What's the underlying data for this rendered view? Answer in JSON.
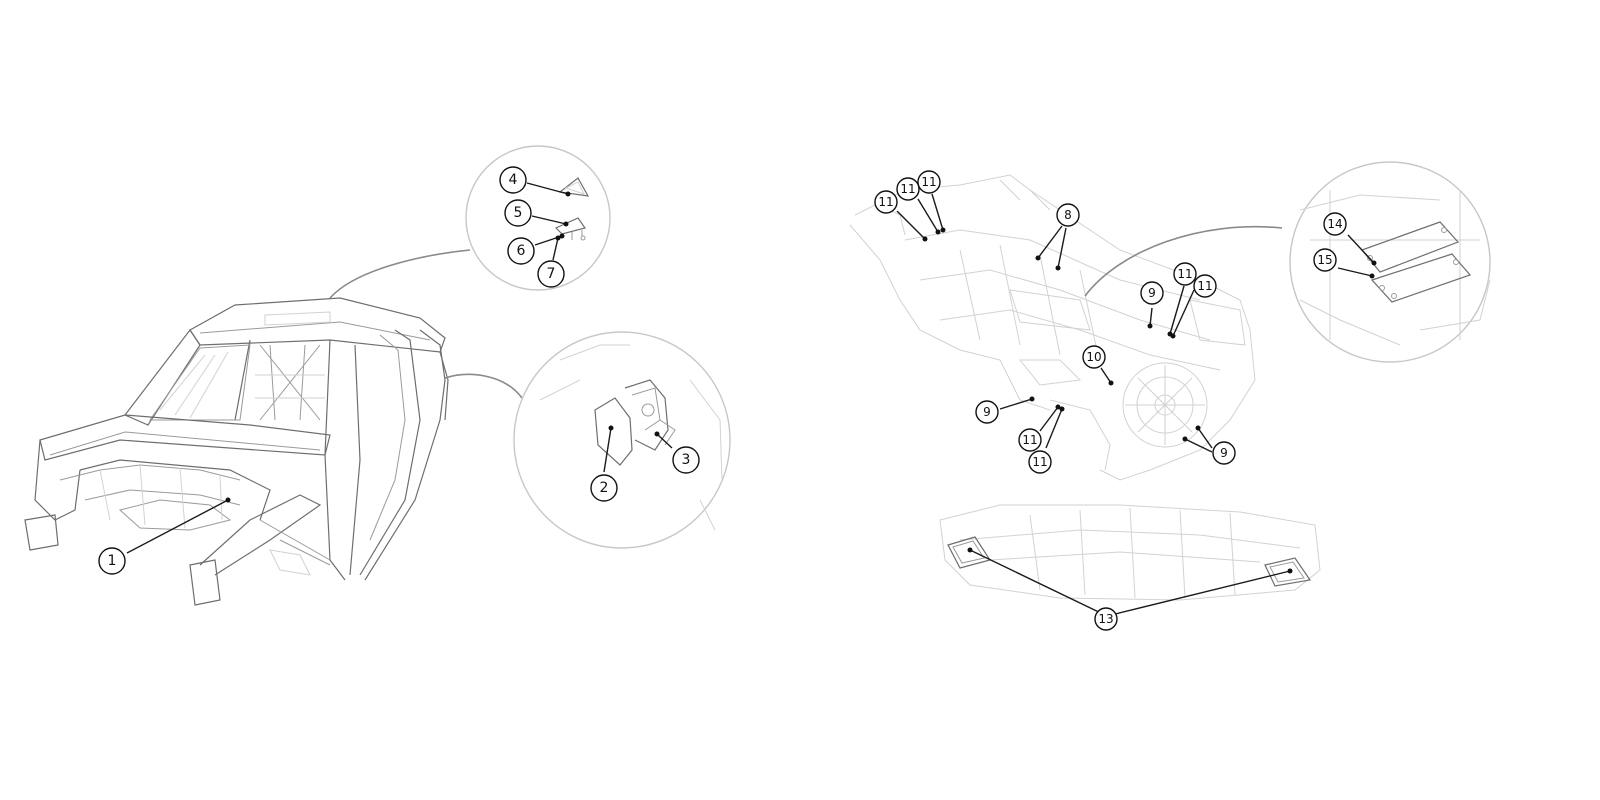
{
  "callouts": {
    "c1": "1",
    "c2": "2",
    "c3": "3",
    "c4": "4",
    "c5": "5",
    "c6": "6",
    "c7": "7",
    "c8": "8",
    "c9": "9",
    "c10": "10",
    "c11": "11",
    "c13": "13",
    "c14": "14",
    "c15": "15"
  },
  "colors": {
    "line_art": "#9a9a9a",
    "callout": "#111111",
    "inset_ring": "#c7c7c7"
  },
  "views": [
    {
      "name": "body-in-white-front-view",
      "icon": "car-body-icon"
    },
    {
      "name": "underbody-floor-view",
      "icon": "car-floor-icon"
    },
    {
      "name": "rear-bumper-view",
      "icon": "bumper-icon"
    }
  ]
}
